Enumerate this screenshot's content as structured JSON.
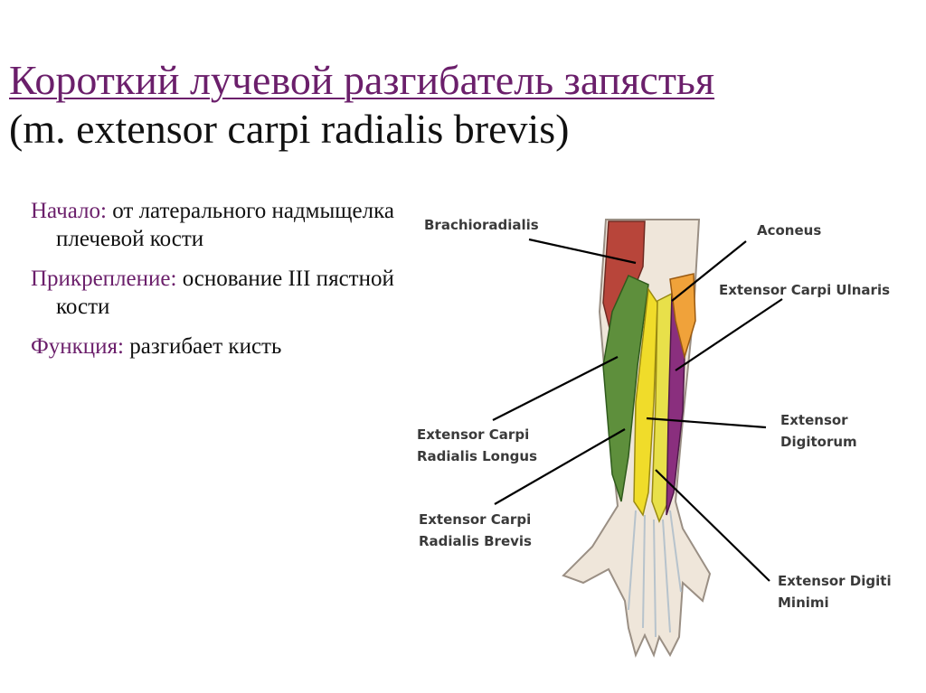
{
  "title": {
    "russian": "Короткий лучевой разгибатель запястья",
    "latin": "(m. extensor carpi radialis brevis)"
  },
  "facts": [
    {
      "label": "Начало:",
      "text": " от латерального надмыщелка плечевой кости"
    },
    {
      "label": "Прикрепление:",
      "text": " основание  III пястной кости"
    },
    {
      "label": "Функция:",
      "text": " разгибает кисть"
    }
  ],
  "figure": {
    "labels": {
      "brachioradialis": "Brachioradialis",
      "aconeus": "Aconeus",
      "ecu": "Extensor Carpi Ulnaris",
      "ecrl_1": "Extensor Carpi",
      "ecrl_2": "Radialis Longus",
      "ed_1": "Extensor",
      "ed_2": "Digitorum",
      "ecrb_1": "Extensor Carpi",
      "ecrb_2": "Radialis Brevis",
      "edm_1": "Extensor Digiti",
      "edm_2": "Minimi"
    },
    "colors": {
      "brachioradialis": "#b8453a",
      "ecrl": "#5e8f3c",
      "ecrb": "#f0dc2a",
      "ed": "#e8e04a",
      "ecu": "#8a2f7e",
      "aconeus": "#f0a23a",
      "bone": "#efe6da"
    }
  }
}
